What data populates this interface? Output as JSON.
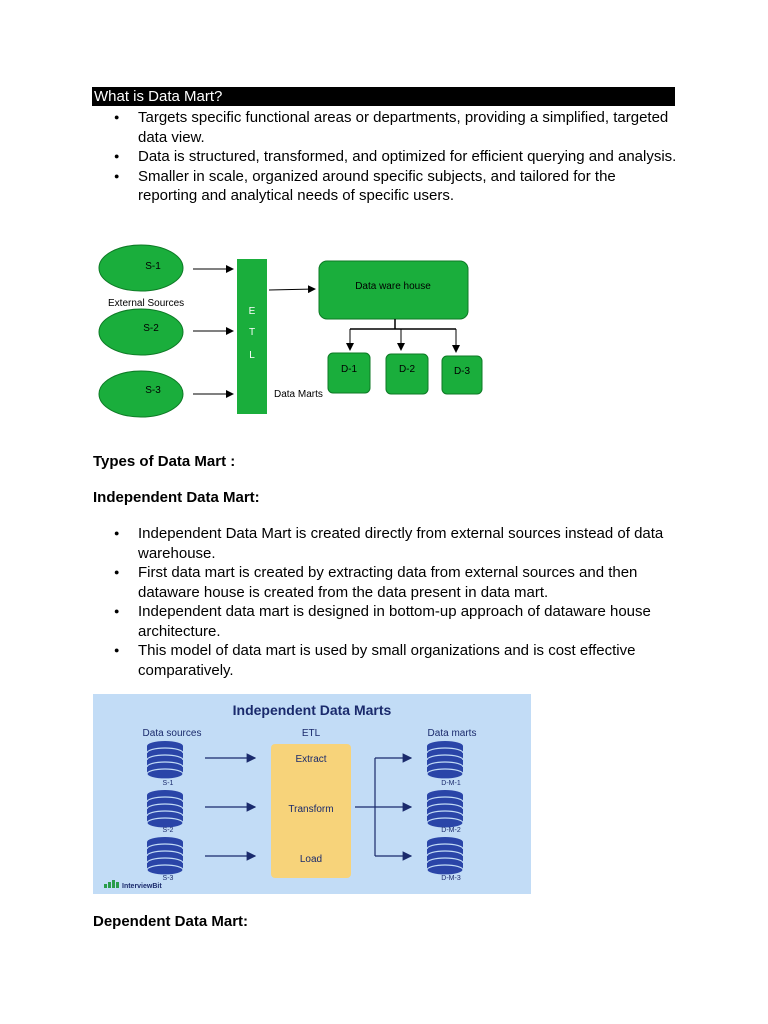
{
  "heading": "What is Data Mart?",
  "intro_bullets": [
    "Targets specific functional areas or departments, providing a simplified, targeted data view.",
    "Data is structured, transformed, and optimized for efficient querying and analysis.",
    "Smaller in scale, organized around specific subjects, and tailored for the reporting and analytical needs of specific users."
  ],
  "diagram1": {
    "sources": [
      "S-1",
      "S-2",
      "S-3"
    ],
    "external_label": "External Sources",
    "etl_letters": [
      "E",
      "T",
      "L"
    ],
    "warehouse": "Data ware house",
    "marts": [
      "D-1",
      "D-2",
      "D-3"
    ],
    "marts_label": "Data Marts",
    "green": "#1aae3c"
  },
  "types_title": "Types of Data Mart :",
  "independent_title": "Independent Data Mart:",
  "independent_bullets": [
    "Independent Data Mart is created directly from external sources instead of data warehouse.",
    "First data mart is created by extracting data from external sources and then dataware house is created from the data present in data mart.",
    "Independent data mart is designed in bottom-up approach of dataware house architecture.",
    "This model of data mart is used by small organizations and is cost effective comparatively."
  ],
  "diagram2": {
    "title": "Independent Data Marts",
    "col_sources": "Data sources",
    "col_etl": "ETL",
    "col_marts": "Data marts",
    "sources": [
      "S-1",
      "S-2",
      "S-3"
    ],
    "steps": [
      "Extract",
      "Transform",
      "Load"
    ],
    "marts": [
      "D-M-1",
      "D-M-2",
      "D-M-3"
    ],
    "brand": "InterviewBit",
    "bg": "#c2dcf6",
    "navy": "#1a2a6c",
    "etl_box": "#f7d37a"
  },
  "dependent_title": "Dependent Data Mart:"
}
